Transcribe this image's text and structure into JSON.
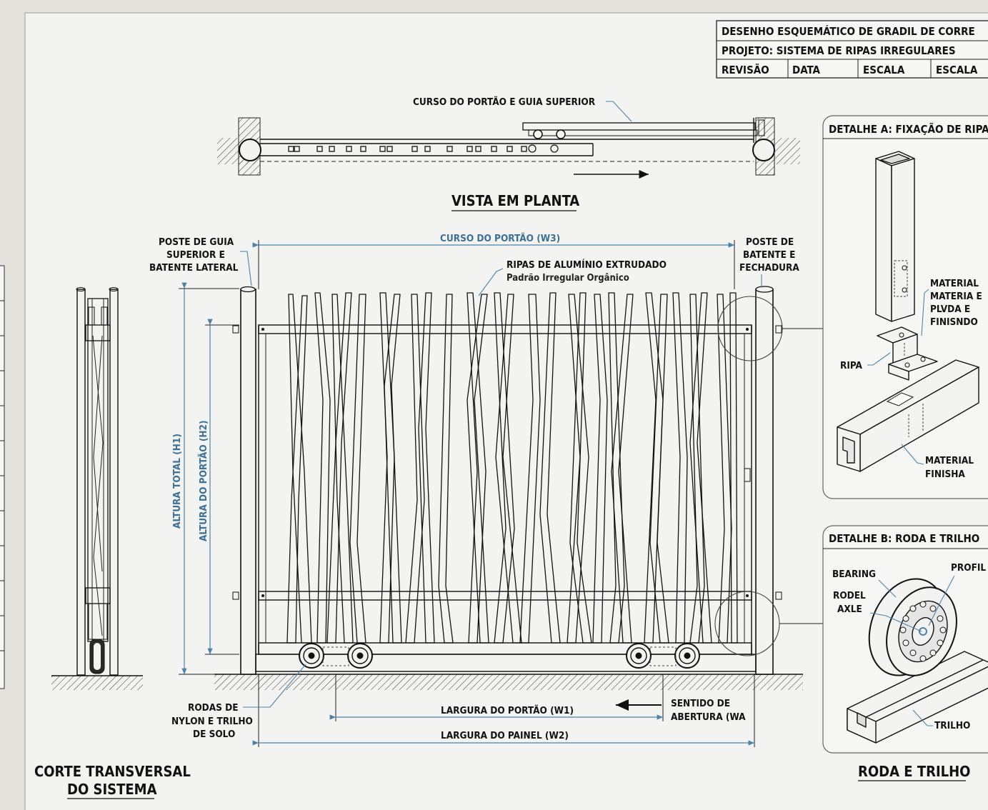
{
  "title_block": {
    "row1": "DESENHO ESQUEMÁTICO DE GRADIL DE CORRE",
    "row2": "PROJETO: SISTEMA DE RIPAS IRREGULARES",
    "revisao": "REVISÃO",
    "data": "DATA",
    "escala1": "ESCALA",
    "escala2": "ESCALA"
  },
  "plan_view": {
    "title": "VISTA EM PLANTA",
    "label_top": "CURSO DO PORTÃO E GUIA SUPERIOR"
  },
  "elevation": {
    "dim_w3": "CURSO DO PORTÃO (W3)",
    "poste_guia": [
      "POSTE DE GUIA",
      "SUPERIOR E",
      "BATENTE LATERAL"
    ],
    "poste_batente": [
      "POSTE DE",
      "BATENTE E",
      "FECHADURA"
    ],
    "ripas": "RIPAS DE ALUMÍNIO EXTRUDADO",
    "ripas_sub": "Padrão Irregular Orgânico",
    "h1": "ALTURA TOTAL (H1)",
    "h2": "ALTURA DO PORTÃO (H2)",
    "rodas": [
      "RODAS DE",
      "NYLON E TRILHO",
      "DE SOLO"
    ],
    "w1": "LARGURA DO PORTÃO (W1)",
    "w2": "LARGURA DO PAINEL (W2)",
    "sentido": [
      "SENTIDO DE",
      "ABERTURA (WA"
    ]
  },
  "section": {
    "title_line1": "CORTE TRANSVERSAL",
    "title_line2": "DO SISTEMA"
  },
  "detail_a": {
    "title": "DETALHE A: FIXAÇÃO DE RIPA",
    "material1": [
      "MATERIAL",
      "MATERIA E",
      "PLVDA E",
      "FINISNDO"
    ],
    "ripa": "RIPA",
    "material2": [
      "MATERIAL",
      "FINISHA"
    ]
  },
  "detail_b": {
    "title": "DETALHE B: RODA E TRILHO",
    "bearing": "BEARING",
    "rodel": [
      "RODEL",
      "AXLE"
    ],
    "profil": "PROFIL",
    "trilho": "TRILHO",
    "caption": "RODA E TRILHO"
  },
  "colors": {
    "paper": "#f3f3f1",
    "background": "#e4e0db",
    "ink": "#111111",
    "dimension": "#3b6f93"
  }
}
